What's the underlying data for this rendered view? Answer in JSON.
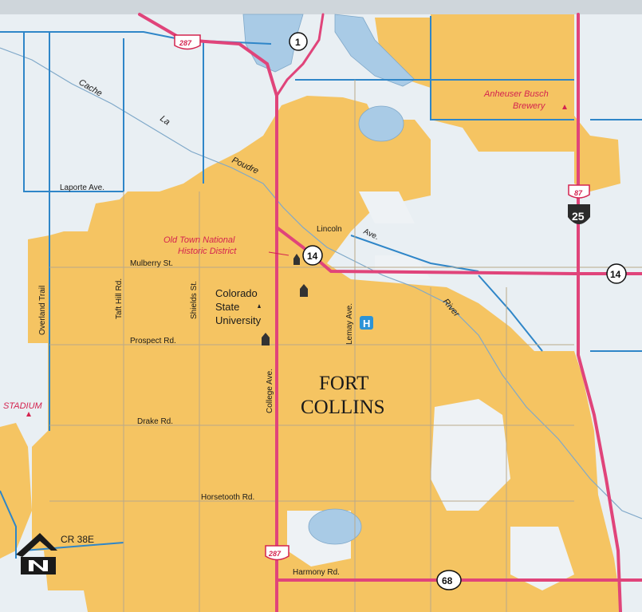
{
  "map": {
    "city_name": [
      "FORT",
      "COLLINS"
    ],
    "colors": {
      "urban": "#f5c462",
      "road_local": "#2f86c8",
      "road_major": "#e0447a",
      "water": "#a9cbe6",
      "background": "#e8eef3"
    },
    "streets": {
      "laporte": "Laporte Ave.",
      "mulberry": "Mulberry St.",
      "prospect": "Prospect Rd.",
      "drake": "Drake Rd.",
      "horsetooth": "Horsetooth Rd.",
      "harmony": "Harmony Rd.",
      "lincoln": "Lincoln",
      "ave": "Ave.",
      "cr38e": "CR 38E",
      "overland": "Overland Trail",
      "taft": "Taft Hill Rd.",
      "shields": "Shields St.",
      "college": "College Ave.",
      "lemay": "Lemay Ave."
    },
    "river": [
      "Cache",
      "La",
      "Poudre",
      "River"
    ],
    "landmarks": {
      "old_town": [
        "Old Town National",
        "Historic District"
      ],
      "csu": [
        "Colorado",
        "State",
        "University"
      ],
      "anheuser": [
        "Anheuser Busch",
        "Brewery"
      ],
      "stadium": "STADIUM",
      "hospital": "H"
    },
    "shields": {
      "us287_top": "287",
      "us287_bottom": "287",
      "co1": "1",
      "co14_center": "14",
      "co14_east": "14",
      "co68": "68",
      "us87": "87",
      "i25": "25"
    },
    "north_arrow_icon": "north-arrow-icon"
  }
}
